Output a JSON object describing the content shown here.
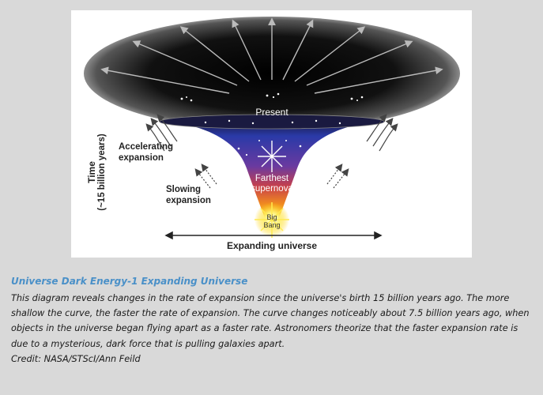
{
  "diagram": {
    "labels": {
      "present": "Present",
      "time_line1": "Time",
      "time_line2": "(~15 billion years)",
      "accelerating_line1": "Accelerating",
      "accelerating_line2": "expansion",
      "slowing_line1": "Slowing",
      "slowing_line2": "expansion",
      "farthest_line1": "Farthest",
      "farthest_line2": "supernova",
      "bigbang_line1": "Big",
      "bigbang_line2": "Bang",
      "expanding": "Expanding universe"
    },
    "colors": {
      "top_black": "#000000",
      "blue": "#2a3aa8",
      "purple": "#7a3a9a",
      "red": "#c83a3a",
      "orange": "#f08a20",
      "yellow": "#ffe040"
    }
  },
  "caption": {
    "title": "Universe Dark Energy-1 Expanding Universe",
    "description": "This diagram reveals changes in the rate of expansion since the universe's birth 15 billion years ago. The more shallow the curve, the faster the rate of expansion. The curve changes noticeably about 7.5 billion years ago, when objects in the universe began flying apart as a faster rate. Astronomers theorize that the faster expansion rate is due to a mysterious, dark force that is pulling galaxies apart.",
    "credit": "Credit: NASA/STScI/Ann Feild"
  }
}
